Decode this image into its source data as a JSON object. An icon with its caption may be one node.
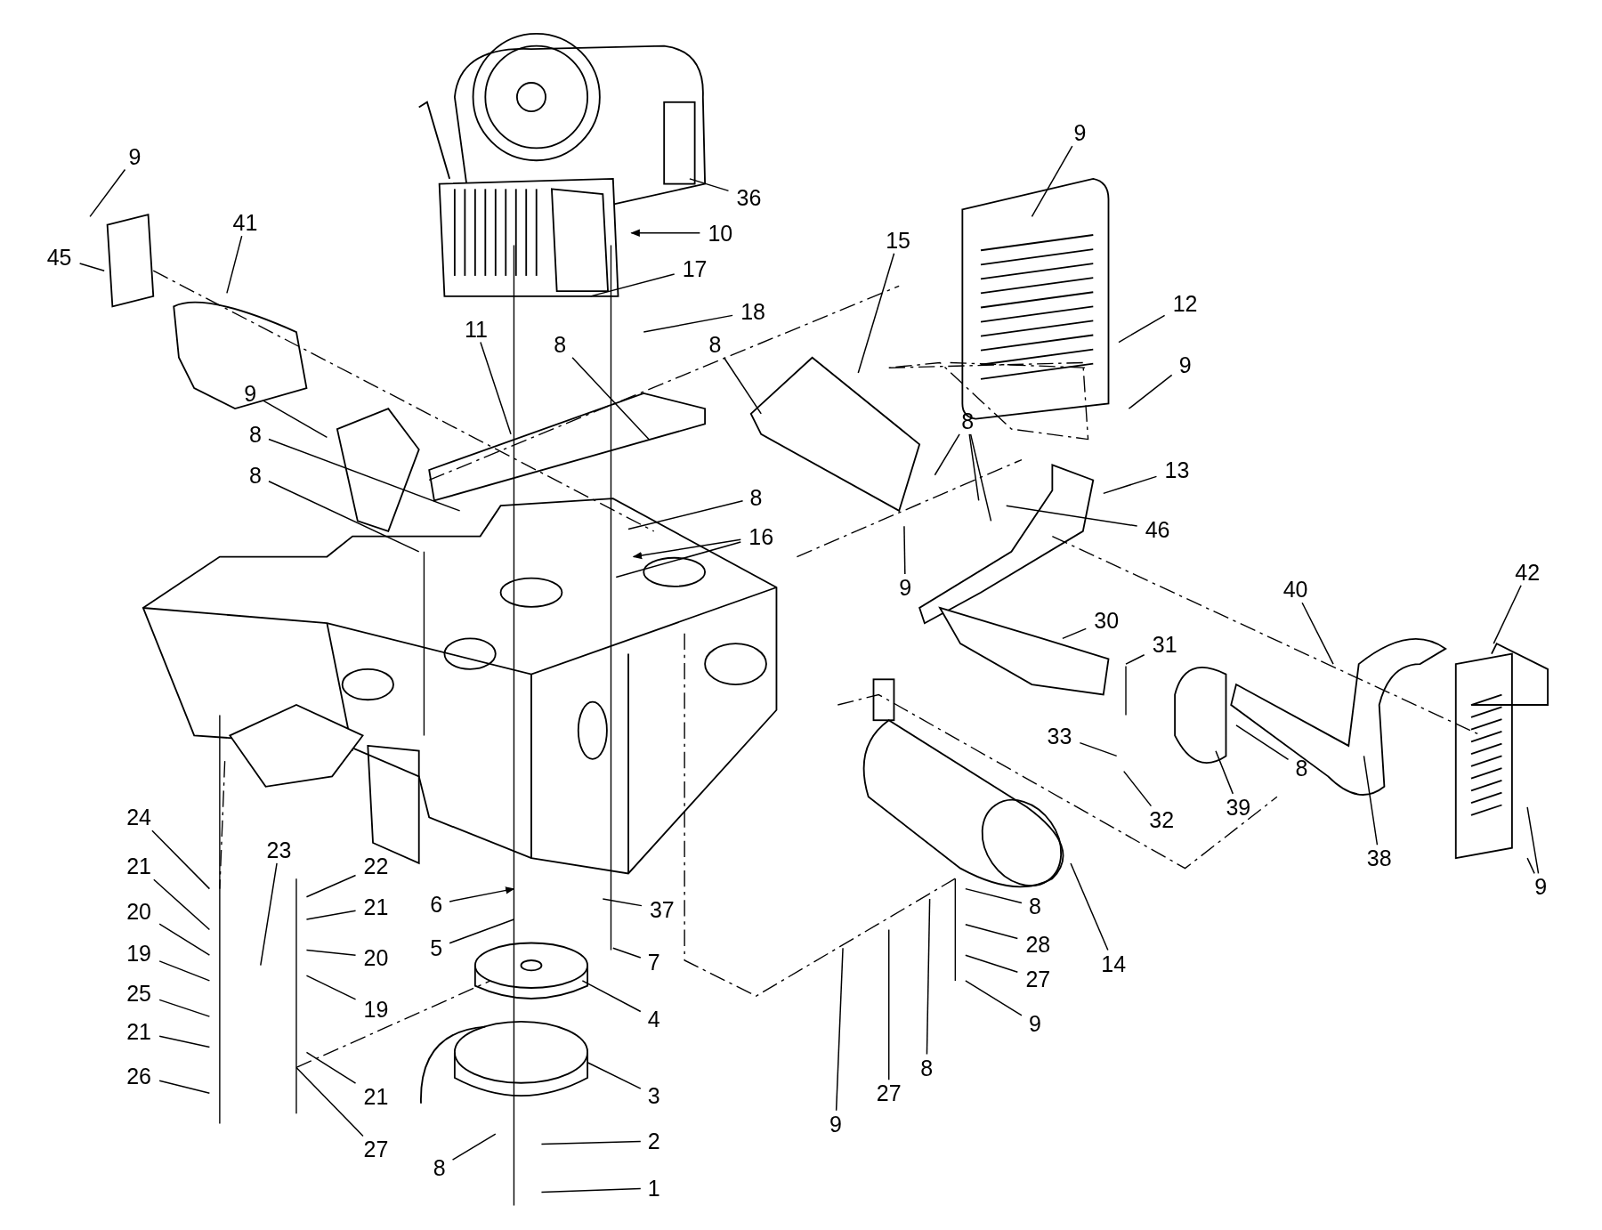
{
  "diagram": {
    "nodes": [
      {
        "text": [
          "9"
        ]
      },
      {
        "text": [
          "45"
        ]
      },
      {
        "text": [
          "41"
        ]
      },
      {
        "text": [
          "36"
        ]
      },
      {
        "text": [
          "10"
        ]
      },
      {
        "text": [
          "17"
        ]
      },
      {
        "text": [
          "18"
        ]
      },
      {
        "text": [
          "11"
        ]
      },
      {
        "text": [
          "8"
        ]
      },
      {
        "text": [
          "8"
        ]
      },
      {
        "text": [
          "15"
        ]
      },
      {
        "text": [
          "9"
        ]
      },
      {
        "text": [
          "12"
        ]
      },
      {
        "text": [
          "9"
        ]
      },
      {
        "text": [
          "9"
        ]
      },
      {
        "text": [
          "8"
        ]
      },
      {
        "text": [
          "8"
        ]
      },
      {
        "text": [
          "8"
        ]
      },
      {
        "text": [
          "16"
        ]
      },
      {
        "text": [
          "8"
        ]
      },
      {
        "text": [
          "13"
        ]
      },
      {
        "text": [
          "46"
        ]
      },
      {
        "text": [
          "9"
        ]
      },
      {
        "text": [
          "30"
        ]
      },
      {
        "text": [
          "31"
        ]
      },
      {
        "text": [
          "40"
        ]
      },
      {
        "text": [
          "42"
        ]
      },
      {
        "text": [
          "33"
        ]
      },
      {
        "text": [
          "32"
        ]
      },
      {
        "text": [
          "39"
        ]
      },
      {
        "text": [
          "8"
        ]
      },
      {
        "text": [
          "38"
        ]
      },
      {
        "text": [
          "9"
        ]
      },
      {
        "text": [
          "24"
        ]
      },
      {
        "text": [
          "21"
        ]
      },
      {
        "text": [
          "20"
        ]
      },
      {
        "text": [
          "19"
        ]
      },
      {
        "text": [
          "25"
        ]
      },
      {
        "text": [
          "21"
        ]
      },
      {
        "text": [
          "26"
        ]
      },
      {
        "text": [
          "23"
        ]
      },
      {
        "text": [
          "22"
        ]
      },
      {
        "text": [
          "21"
        ]
      },
      {
        "text": [
          "20"
        ]
      },
      {
        "text": [
          "19"
        ]
      },
      {
        "text": [
          "21"
        ]
      },
      {
        "text": [
          "27"
        ]
      },
      {
        "text": [
          "6"
        ]
      },
      {
        "text": [
          "5"
        ]
      },
      {
        "text": [
          "4"
        ]
      },
      {
        "text": [
          "3"
        ]
      },
      {
        "text": [
          "2"
        ]
      },
      {
        "text": [
          "1"
        ]
      },
      {
        "text": [
          "8"
        ]
      },
      {
        "text": [
          "37"
        ]
      },
      {
        "text": [
          "7"
        ]
      },
      {
        "text": [
          "14"
        ]
      },
      {
        "text": [
          "8"
        ]
      },
      {
        "text": [
          "28"
        ]
      },
      {
        "text": [
          "27"
        ]
      },
      {
        "text": [
          "9"
        ]
      },
      {
        "text": [
          "9"
        ]
      },
      {
        "text": [
          "27"
        ]
      },
      {
        "text": [
          "8"
        ]
      }
    ],
    "edges": [
      {
        "from": 0,
        "to": null,
        "arrow": "none"
      },
      {
        "from": 1,
        "to": null,
        "arrow": "none"
      },
      {
        "from": 2,
        "to": null,
        "arrow": "none"
      },
      {
        "from": 3,
        "to": null,
        "arrow": "none"
      },
      {
        "from": 4,
        "to": null,
        "arrow": "to"
      },
      {
        "from": 5,
        "to": null,
        "arrow": "none"
      },
      {
        "from": 6,
        "to": null,
        "arrow": "none"
      },
      {
        "from": 7,
        "to": null,
        "arrow": "none"
      },
      {
        "from": 8,
        "to": null,
        "arrow": "none"
      },
      {
        "from": 9,
        "to": null,
        "arrow": "none"
      },
      {
        "from": 10,
        "to": null,
        "arrow": "none"
      },
      {
        "from": 11,
        "to": null,
        "arrow": "none"
      },
      {
        "from": 12,
        "to": null,
        "arrow": "none"
      },
      {
        "from": 13,
        "to": null,
        "arrow": "none"
      },
      {
        "from": 14,
        "to": null,
        "arrow": "none"
      },
      {
        "from": 15,
        "to": null,
        "arrow": "none"
      },
      {
        "from": 16,
        "to": null,
        "arrow": "none"
      },
      {
        "from": 17,
        "to": null,
        "arrow": "none"
      },
      {
        "from": 18,
        "to": null,
        "arrow": "to"
      },
      {
        "from": 18,
        "to": null,
        "arrow": "none"
      },
      {
        "from": 19,
        "to": null,
        "arrow": "none"
      },
      {
        "from": 19,
        "to": null,
        "arrow": "none"
      },
      {
        "from": 19,
        "to": null,
        "arrow": "none"
      },
      {
        "from": 20,
        "to": null,
        "arrow": "none"
      },
      {
        "from": 21,
        "to": null,
        "arrow": "none"
      },
      {
        "from": 22,
        "to": null,
        "arrow": "none"
      },
      {
        "from": 23,
        "to": null,
        "arrow": "none"
      },
      {
        "from": 24,
        "to": null,
        "arrow": "none"
      },
      {
        "from": 25,
        "to": null,
        "arrow": "none"
      },
      {
        "from": 26,
        "to": null,
        "arrow": "none"
      },
      {
        "from": 27,
        "to": null,
        "arrow": "none"
      },
      {
        "from": 28,
        "to": null,
        "arrow": "none"
      },
      {
        "from": 29,
        "to": null,
        "arrow": "none"
      },
      {
        "from": 30,
        "to": null,
        "arrow": "none"
      },
      {
        "from": 31,
        "to": null,
        "arrow": "none"
      },
      {
        "from": 32,
        "to": null,
        "arrow": "none"
      },
      {
        "from": 32,
        "to": null,
        "arrow": "none"
      },
      {
        "from": 33,
        "to": null,
        "arrow": "none"
      },
      {
        "from": 34,
        "to": null,
        "arrow": "none"
      },
      {
        "from": 35,
        "to": null,
        "arrow": "none"
      },
      {
        "from": 36,
        "to": null,
        "arrow": "none"
      },
      {
        "from": 37,
        "to": null,
        "arrow": "none"
      },
      {
        "from": 38,
        "to": null,
        "arrow": "none"
      },
      {
        "from": 39,
        "to": null,
        "arrow": "none"
      },
      {
        "from": 40,
        "to": null,
        "arrow": "none"
      },
      {
        "from": 41,
        "to": null,
        "arrow": "none"
      },
      {
        "from": 42,
        "to": null,
        "arrow": "none"
      },
      {
        "from": 43,
        "to": null,
        "arrow": "none"
      },
      {
        "from": 44,
        "to": null,
        "arrow": "none"
      },
      {
        "from": 45,
        "to": null,
        "arrow": "none"
      },
      {
        "from": 46,
        "to": null,
        "arrow": "none"
      },
      {
        "from": 47,
        "to": null,
        "arrow": "to"
      },
      {
        "from": 48,
        "to": null,
        "arrow": "none"
      },
      {
        "from": 49,
        "to": null,
        "arrow": "none"
      },
      {
        "from": 50,
        "to": null,
        "arrow": "none"
      },
      {
        "from": 51,
        "to": null,
        "arrow": "none"
      },
      {
        "from": 52,
        "to": null,
        "arrow": "none"
      },
      {
        "from": 53,
        "to": null,
        "arrow": "none"
      },
      {
        "from": 54,
        "to": null,
        "arrow": "none"
      },
      {
        "from": 55,
        "to": null,
        "arrow": "none"
      },
      {
        "from": 56,
        "to": null,
        "arrow": "none"
      },
      {
        "from": 57,
        "to": null,
        "arrow": "none"
      },
      {
        "from": 58,
        "to": null,
        "arrow": "none"
      },
      {
        "from": 59,
        "to": null,
        "arrow": "none"
      },
      {
        "from": 60,
        "to": null,
        "arrow": "none"
      },
      {
        "from": 61,
        "to": null,
        "arrow": "none"
      },
      {
        "from": 62,
        "to": null,
        "arrow": "none"
      },
      {
        "from": 63,
        "to": null,
        "arrow": "none"
      }
    ]
  }
}
